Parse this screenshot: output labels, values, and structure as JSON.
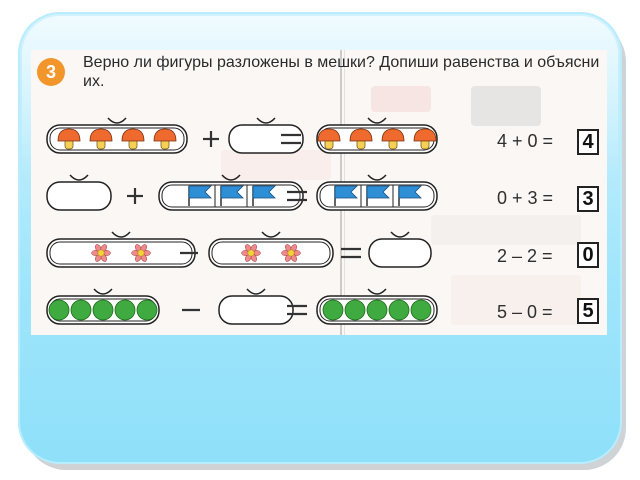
{
  "task": {
    "number": "3",
    "question": "Верно ли фигуры разложены в мешки? Допиши равенства и объясни их."
  },
  "rows": [
    {
      "left": {
        "shape": "mushroom",
        "count": 4
      },
      "op": "+",
      "right": {
        "shape": "mushroom",
        "count": 0
      },
      "result": {
        "shape": "mushroom",
        "count": 4
      },
      "equation": "4 + 0  =",
      "answer": "4"
    },
    {
      "left": {
        "shape": "flag",
        "count": 0
      },
      "op": "+",
      "right": {
        "shape": "flag",
        "count": 3
      },
      "result": {
        "shape": "flag",
        "count": 3
      },
      "equation": "0 + 3  =",
      "answer": "3"
    },
    {
      "left": {
        "shape": "flower",
        "count": 2
      },
      "op": "−",
      "right": {
        "shape": "flower",
        "count": 2
      },
      "result": {
        "shape": "flower",
        "count": 0
      },
      "equation": "2 – 2  =",
      "answer": "0"
    },
    {
      "left": {
        "shape": "circle",
        "count": 5
      },
      "op": "−",
      "right": {
        "shape": "circle",
        "count": 0
      },
      "result": {
        "shape": "circle",
        "count": 5
      },
      "equation": "5 – 0  =",
      "answer": "5"
    }
  ],
  "colors": {
    "mushroom_cap": "#ee6a2f",
    "mushroom_stem": "#f6cf55",
    "flag": "#2f8fd6",
    "flower_petal": "#f08a8a",
    "flower_center": "#f4d23a",
    "circle": "#3faa3f"
  }
}
